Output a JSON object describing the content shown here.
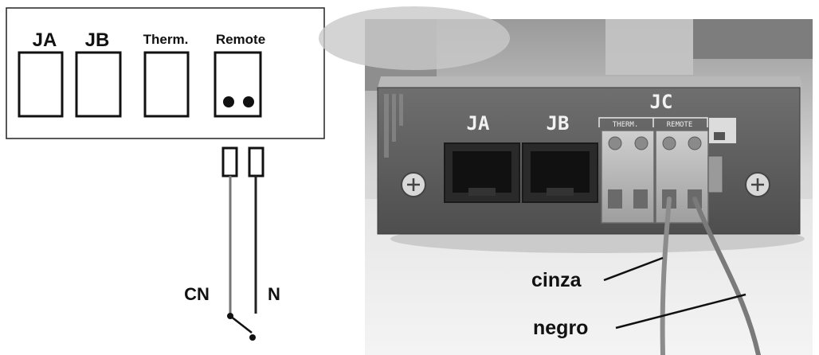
{
  "schematic": {
    "ports": [
      {
        "label": "JA"
      },
      {
        "label": "JB"
      },
      {
        "label": "Therm."
      },
      {
        "label": "Remote"
      }
    ],
    "wire_labels": {
      "cn": "CN",
      "n": "N"
    }
  },
  "photo": {
    "panel_labels": {
      "ja": "JA",
      "jb": "JB",
      "jc": "JC",
      "therm": "THERM.",
      "remote": "REMOTE"
    },
    "callouts": {
      "gray_wire": "cinza",
      "black_wire": "negro"
    }
  }
}
